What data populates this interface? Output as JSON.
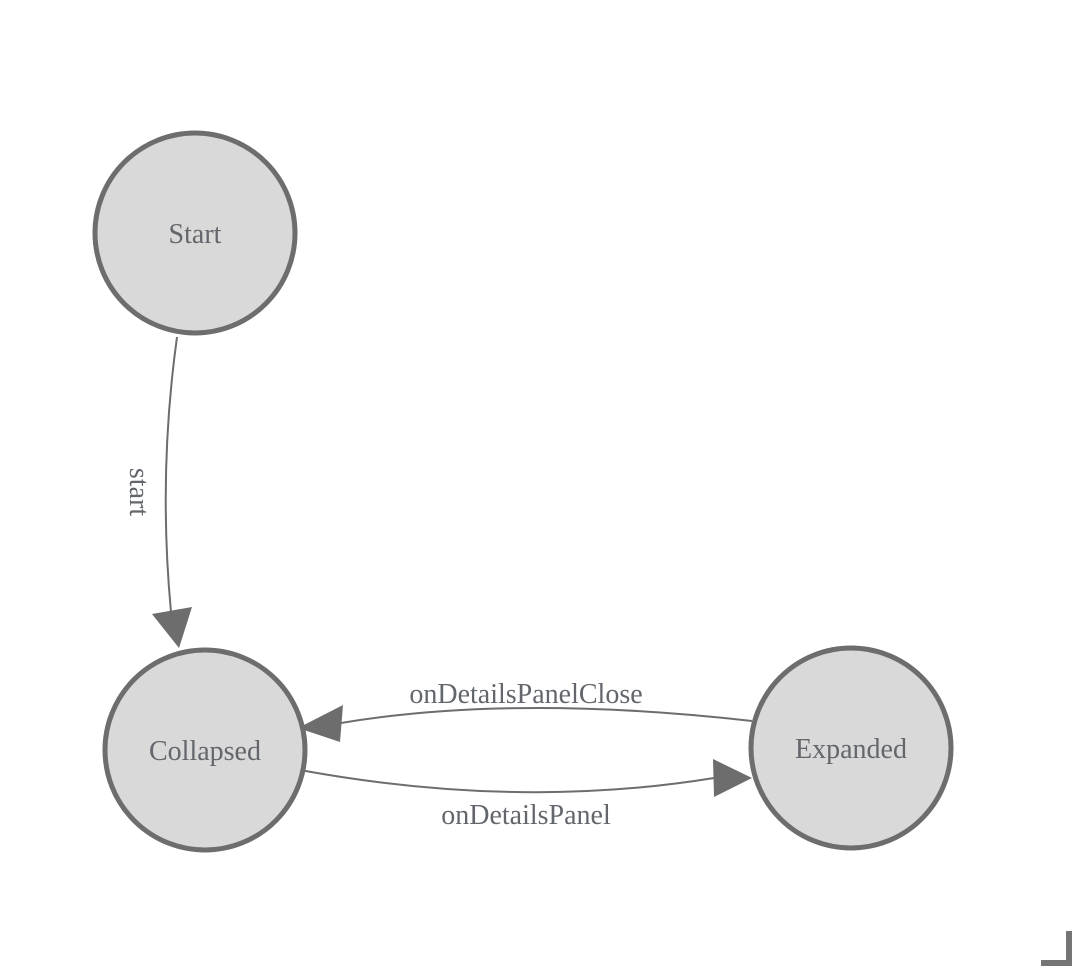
{
  "diagram": {
    "kind": "state-machine",
    "background_color": "#ffffff",
    "colors": {
      "node_fill": "#d9d9d9",
      "node_stroke": "#6d6d6d",
      "edge_stroke": "#6d6d6d",
      "arrowhead_fill": "#6d6d6d",
      "label_text": "#63676c",
      "corner_mark": "#757575"
    },
    "nodes": [
      {
        "id": "start",
        "label": "Start"
      },
      {
        "id": "collapsed",
        "label": "Collapsed"
      },
      {
        "id": "expanded",
        "label": "Expanded"
      }
    ],
    "edges": [
      {
        "from": "start",
        "to": "collapsed",
        "label": "start"
      },
      {
        "from": "expanded",
        "to": "collapsed",
        "label": "onDetailsPanelClose"
      },
      {
        "from": "collapsed",
        "to": "expanded",
        "label": "onDetailsPanel"
      }
    ]
  }
}
